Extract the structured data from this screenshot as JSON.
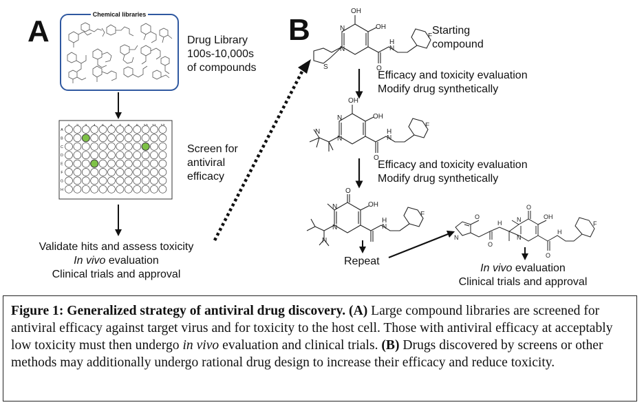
{
  "panel_a": {
    "letter": "A",
    "library_box_label": "Chemical libraries",
    "library_text": [
      "Drug Library",
      "100s-10,000s",
      "of compounds"
    ],
    "plate_cols": [
      "1",
      "2",
      "3",
      "4",
      "5",
      "6",
      "7",
      "8",
      "9",
      "10",
      "11",
      "12"
    ],
    "plate_rows": [
      "A",
      "B",
      "C",
      "D",
      "E",
      "F",
      "G",
      "H"
    ],
    "hit_wells": [
      "B3",
      "C10",
      "E4"
    ],
    "hit_color": "#7ec247",
    "screen_text": [
      "Screen for",
      "antiviral",
      "efficacy"
    ],
    "validate_line1": "Validate hits and assess toxicity",
    "validate_line2_italic": "In vivo",
    "validate_line2_rest": " evaluation",
    "validate_line3": "Clinical trials and approval"
  },
  "panel_b": {
    "letter": "B",
    "starting_text": [
      "Starting",
      "compound"
    ],
    "step1": [
      "Efficacy and toxicity evaluation",
      "Modify drug synthetically"
    ],
    "step2": [
      "Efficacy and toxicity evaluation",
      "Modify drug synthetically"
    ],
    "repeat": "Repeat",
    "final_line1_italic": "In vivo",
    "final_line1_rest": " evaluation",
    "final_line2": "Clinical trials and approval",
    "atom_labels": {
      "oh": "OH",
      "n": "N",
      "h": "H",
      "o": "O",
      "f": "F",
      "s": "S"
    }
  },
  "caption": {
    "title": "Figure 1: Generalized strategy of antiviral drug discovery.",
    "a_label": "(A)",
    "a_text_1": " Large compound libraries are screened for antiviral efficacy against target virus and for toxicity to the host cell. Those with antiviral efficacy at acceptably low toxicity must then undergo ",
    "a_italic": "in vivo",
    "a_text_2": " evaluation and clinical trials. ",
    "b_label": "(B)",
    "b_text": " Drugs discovered by screens or other methods may additionally undergo rational drug design to increase their efficacy and reduce toxicity."
  }
}
